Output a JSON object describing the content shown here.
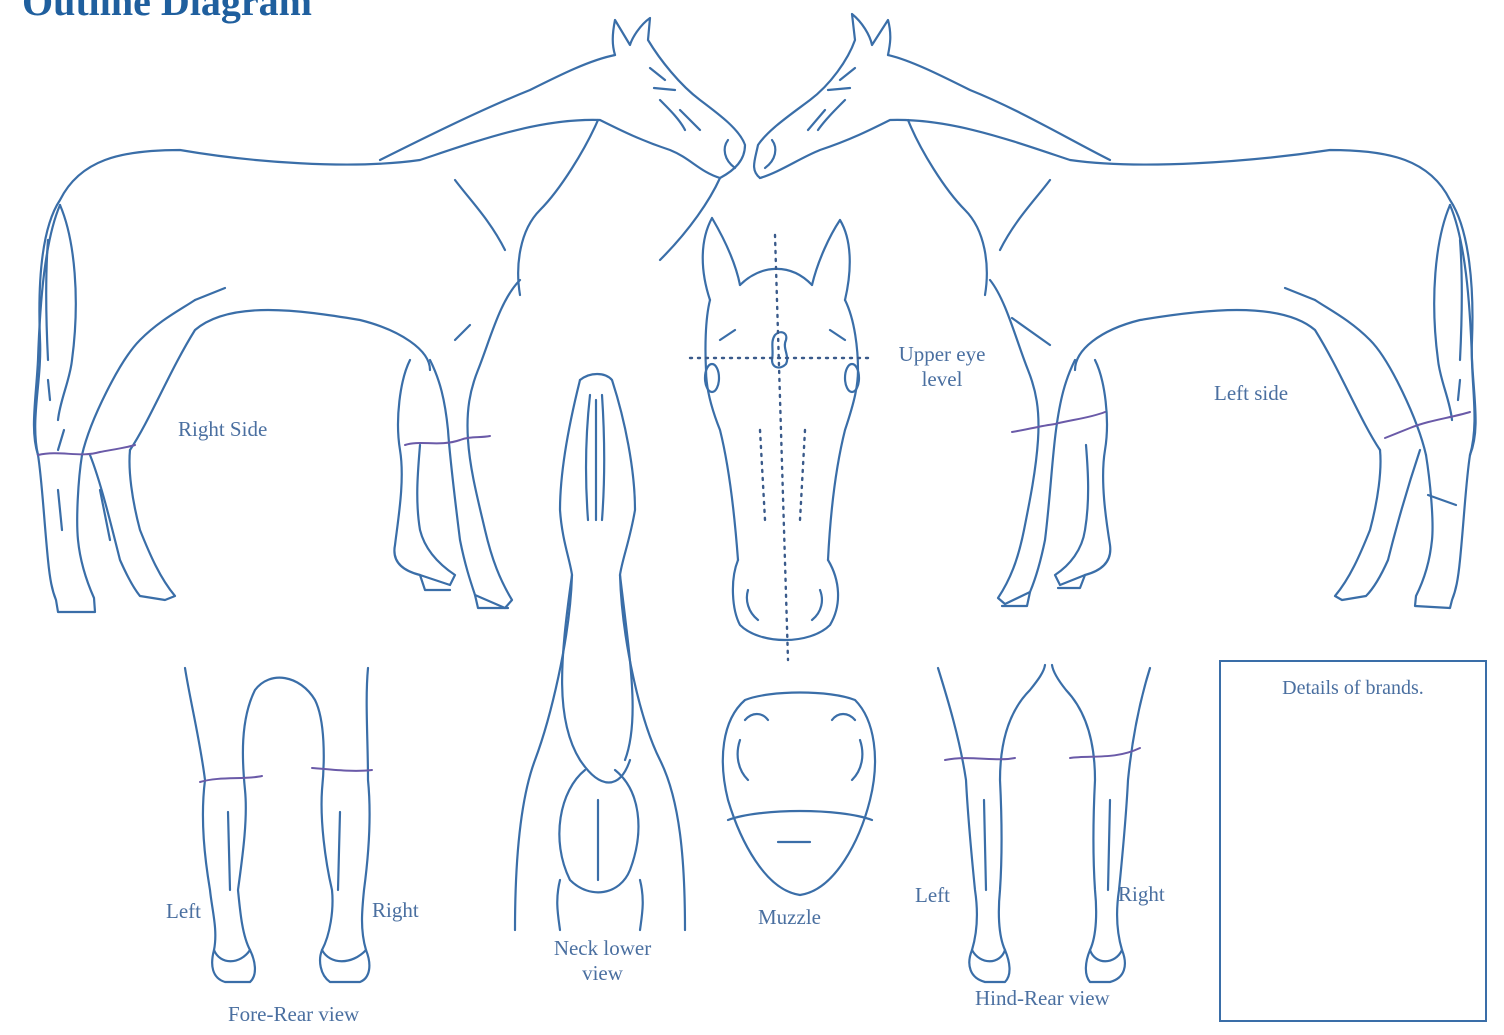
{
  "title": "Outline Diagram",
  "labels": {
    "right_side": "Right Side",
    "left_side": "Left side",
    "upper_eye_level": "Upper eye level",
    "fore_rear_view": "Fore-Rear view",
    "fore_left": "Left",
    "fore_right": "Right",
    "neck_lower_view": "Neck lower view",
    "muzzle": "Muzzle",
    "hind_left": "Left",
    "hind_right": "Right",
    "hind_rear_view": "Hind-Rear view",
    "brands_details": "Details of brands."
  },
  "colors": {
    "outline": "#3a6ea8",
    "markings": "#6a5aa8",
    "label_text": "#4a6fa0",
    "title": "#1f5f9e"
  }
}
